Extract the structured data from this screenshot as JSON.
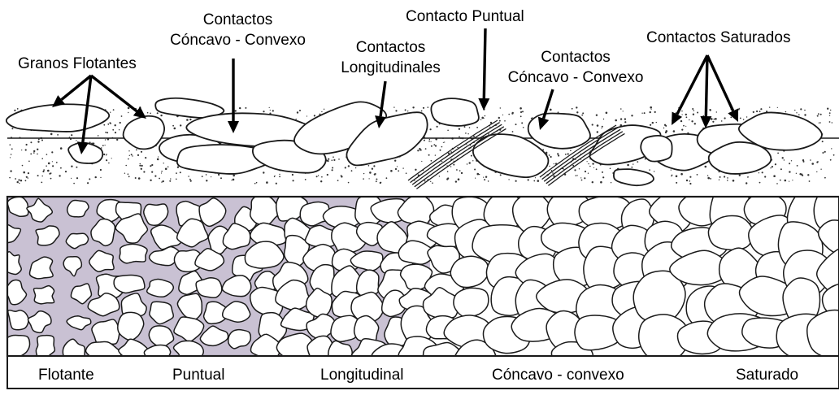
{
  "top_labels": {
    "granos_flotantes": "Granos Flotantes",
    "contactos_concavo_1": [
      "Contactos",
      "Cóncavo - Convexo"
    ],
    "contacto_puntual": "Contacto Puntual",
    "contactos_longitudinales": [
      "Contactos",
      "Longitudinales"
    ],
    "contactos_concavo_2": [
      "Contactos",
      "Cóncavo - Convexo"
    ],
    "contactos_saturados": "Contactos Saturados"
  },
  "bottom_labels": [
    "Flotante",
    "Puntual",
    "Longitudinal",
    "Cóncavo - convexo",
    "Saturado"
  ],
  "colors": {
    "matrix": "#c9c1d3",
    "outline": "#1a1a1a",
    "background": "#ffffff"
  }
}
